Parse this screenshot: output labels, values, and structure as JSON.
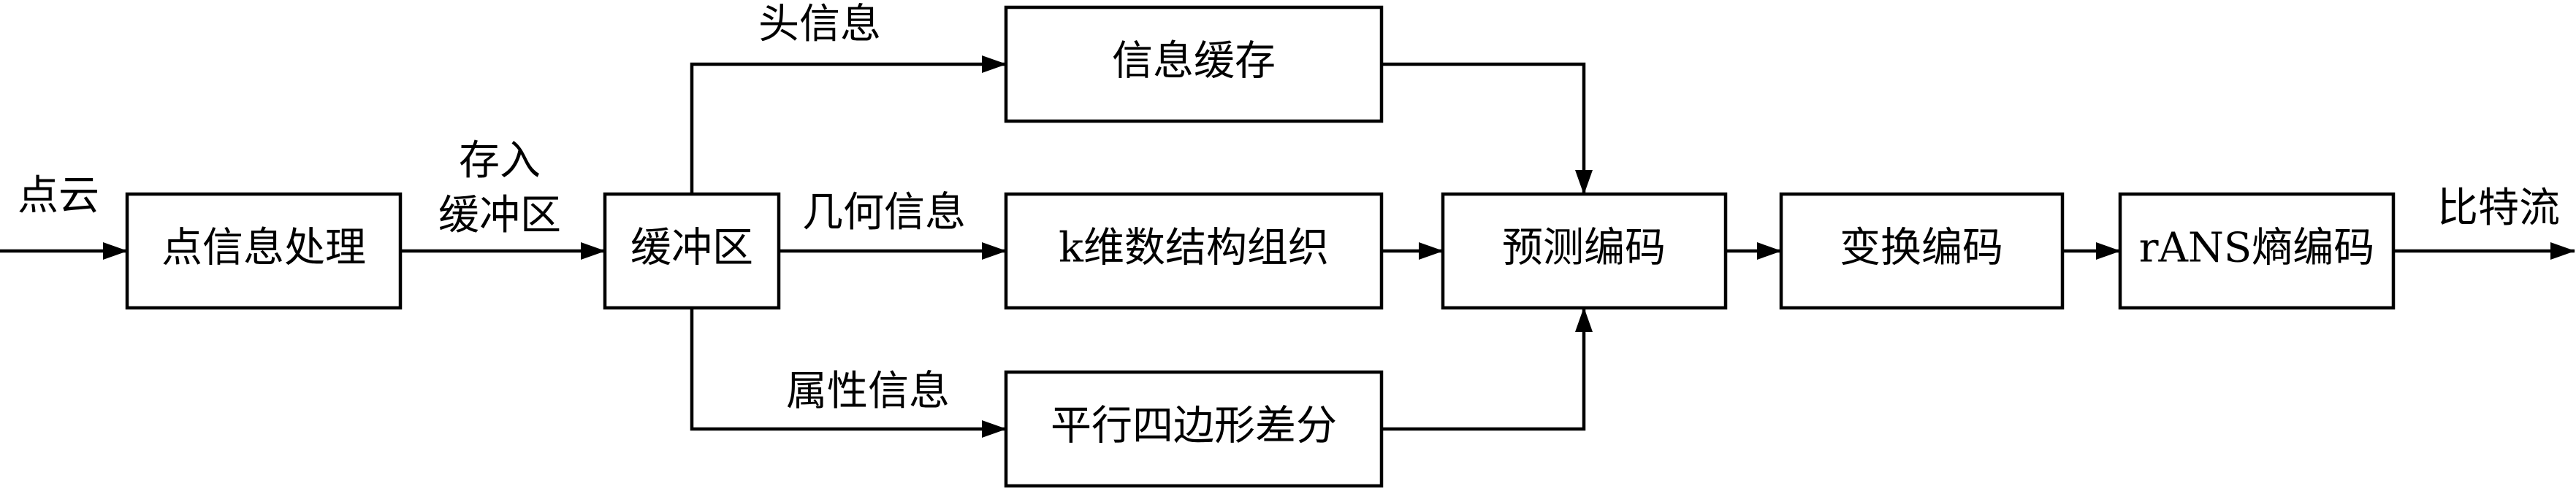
{
  "nodes": {
    "point_processing": "点信息处理",
    "buffer": "缓冲区",
    "info_cache": "信息缓存",
    "kd_tree": "k维数结构组织",
    "parallelogram_diff": "平行四边形差分",
    "predictive_coding": "预测编码",
    "transform_coding": "变换编码",
    "rans_coding": "rANS熵编码"
  },
  "edges": {
    "input": "点云",
    "store_line1": "存入",
    "store_line2": "缓冲区",
    "header_info": "头信息",
    "geometry_info": "几何信息",
    "attribute_info": "属性信息",
    "output": "比特流"
  }
}
